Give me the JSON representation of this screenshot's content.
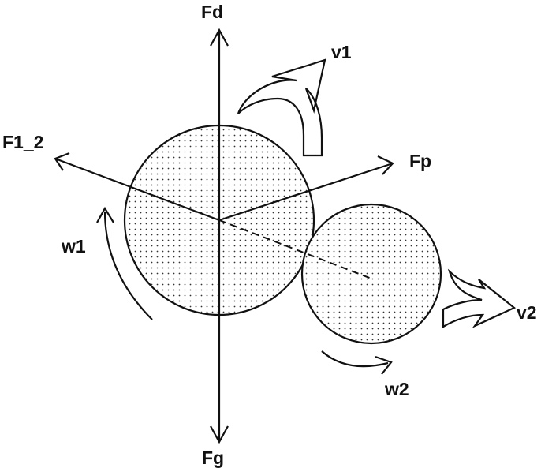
{
  "labels": {
    "fd": "Fd",
    "fg": "Fg",
    "f1_2": "F1_2",
    "fp": "Fp",
    "v1": "v1",
    "v2": "v2",
    "w1": "w1",
    "w2": "w2"
  },
  "colors": {
    "ink": "#111111",
    "background": "#ffffff",
    "fill_dots": "#333333"
  }
}
